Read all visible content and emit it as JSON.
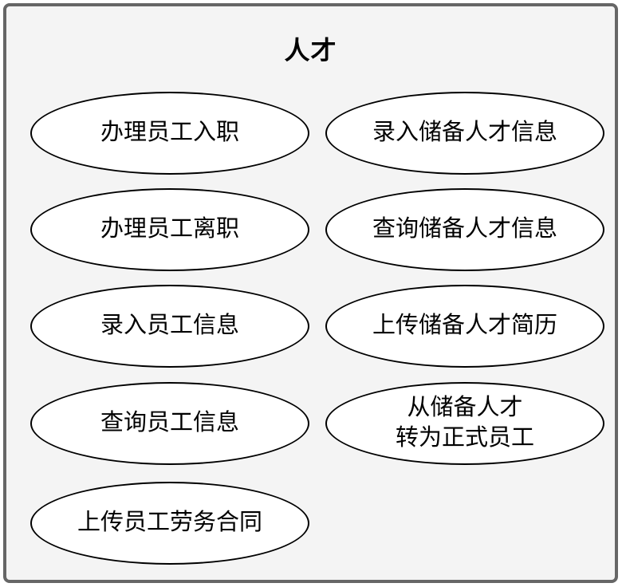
{
  "frame": {
    "title": "人才"
  },
  "use_cases": {
    "left": [
      {
        "label": "办理员工入职"
      },
      {
        "label": "办理员工离职"
      },
      {
        "label": "录入员工信息"
      },
      {
        "label": "查询员工信息"
      },
      {
        "label": "上传员工劳务合同"
      }
    ],
    "right": [
      {
        "label": "录入储备人才信息"
      },
      {
        "label": "查询储备人才信息"
      },
      {
        "label": "上传储备人才简历"
      },
      {
        "label": "从储备人才\n转为正式员工"
      }
    ]
  },
  "colors": {
    "frame_border": "#666666",
    "frame_background": "#f4f4f4",
    "ellipse_background": "#ffffff",
    "ellipse_border": "#000000",
    "text": "#000000"
  }
}
